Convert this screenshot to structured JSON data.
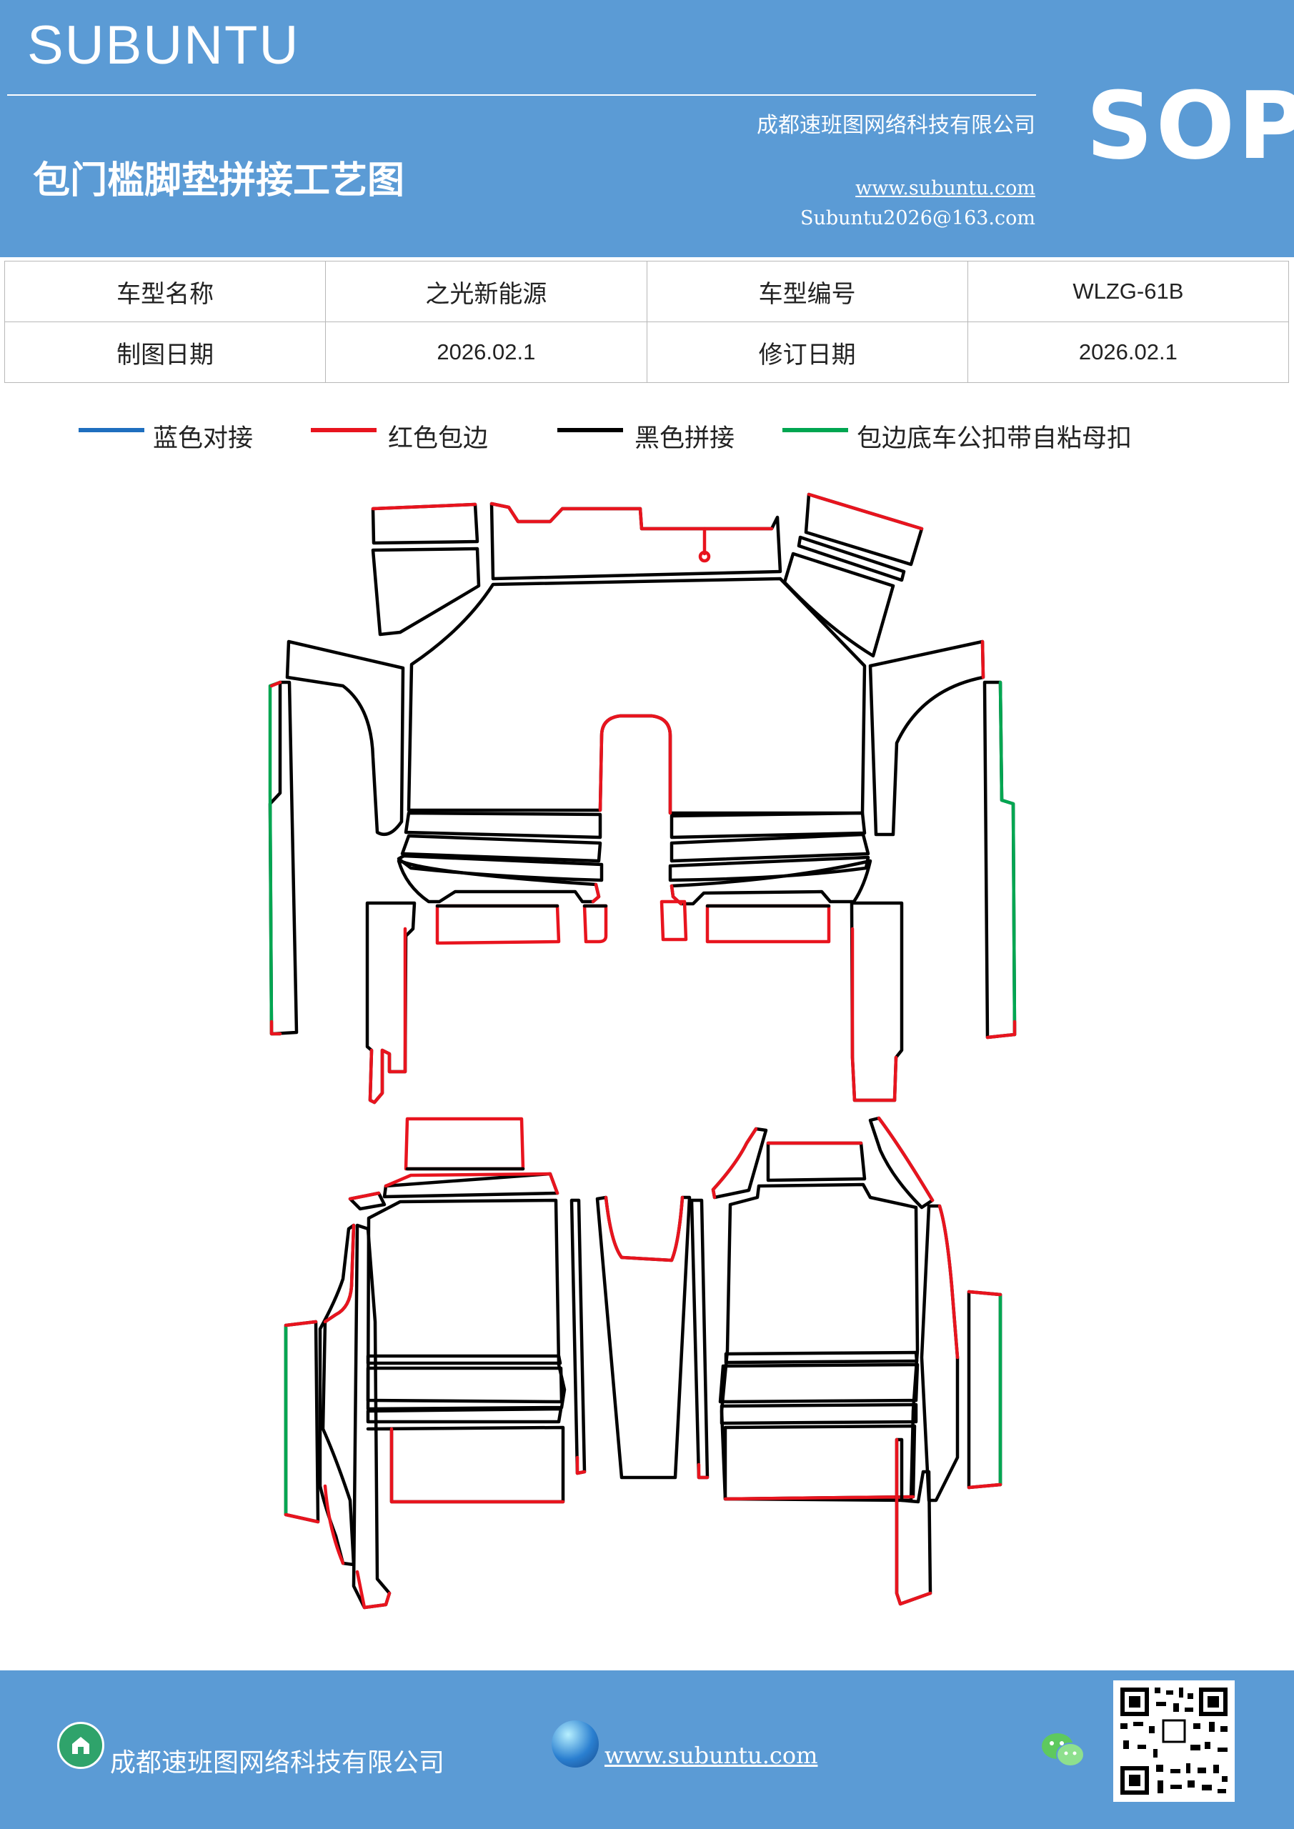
{
  "header": {
    "brand": "SUBUNTU",
    "doc_title": "包门槛脚垫拼接工艺图",
    "company": "成都速班图网络科技有限公司",
    "url": "www.subuntu.com",
    "email": "Subuntu2026@163.com",
    "badge": "SOP"
  },
  "info_table": {
    "rows": [
      [
        "车型名称",
        "之光新能源",
        "车型编号",
        "WLZG-61B"
      ],
      [
        "制图日期",
        "2026.02.1",
        "修订日期",
        "2026.02.1"
      ]
    ]
  },
  "legend": [
    {
      "label": "蓝色对接",
      "color": "#1f6fbf"
    },
    {
      "label": "红色包边",
      "color": "#e8141e"
    },
    {
      "label": "黑色拼接",
      "color": "#000000"
    },
    {
      "label": "包边底车公扣带自粘母扣",
      "color": "#00a651"
    }
  ],
  "footer": {
    "company": "成都速班图网络科技有限公司",
    "url": "www.subuntu.com ",
    "icons": [
      "home-icon",
      "globe-icon",
      "wechat-icon",
      "qr-code"
    ]
  }
}
